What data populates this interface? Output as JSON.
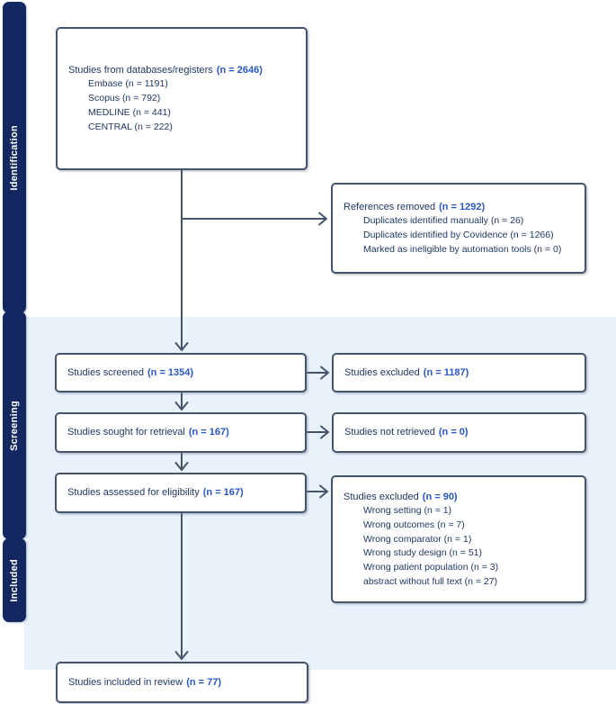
{
  "colors": {
    "page_bg": "#ffffff",
    "band_bg": "#E9F1FB",
    "sidebar_bg": "#132860",
    "sidebar_text": "#ffffff",
    "box_bg": "#ffffff",
    "box_border": "#44546A",
    "text": "#1F3864",
    "count": "#2857C4",
    "arrow": "#44546A"
  },
  "sidebar": {
    "identification_label": "Identification",
    "screening_label": "Screening",
    "included_label": "Included"
  },
  "boxes": {
    "databases": {
      "title": "Studies from databases/registers",
      "count": "(n = 2646)",
      "items": [
        "Embase (n = 1191)",
        "Scopus (n = 792)",
        "MEDLINE (n = 441)",
        "CENTRAL (n = 222)"
      ]
    },
    "references_removed": {
      "title": "References removed",
      "count": "(n = 1292)",
      "items": [
        "Duplicates identified manually (n = 26)",
        "Duplicates identified by Covidence (n = 1266)",
        "Marked as ineligible by automation tools (n = 0)"
      ]
    },
    "screened": {
      "title": "Studies screened",
      "count": "(n = 1354)"
    },
    "excluded_screening": {
      "title": "Studies excluded",
      "count": "(n = 1187)"
    },
    "sought": {
      "title": "Studies sought for retrieval",
      "count": "(n = 167)"
    },
    "not_retrieved": {
      "title": "Studies not retrieved",
      "count": "(n = 0)"
    },
    "assessed": {
      "title": "Studies assessed for eligibility",
      "count": "(n = 167)"
    },
    "excluded_eligibility": {
      "title": "Studies excluded",
      "count": "(n = 90)",
      "items": [
        "Wrong setting (n = 1)",
        "Wrong outcomes (n = 7)",
        "Wrong comparator (n = 1)",
        "Wrong study design (n = 51)",
        "Wrong patient population (n = 3)",
        "abstract without full text (n = 27)"
      ]
    },
    "included": {
      "title": "Studies included in review",
      "count": "(n = 77)"
    }
  }
}
